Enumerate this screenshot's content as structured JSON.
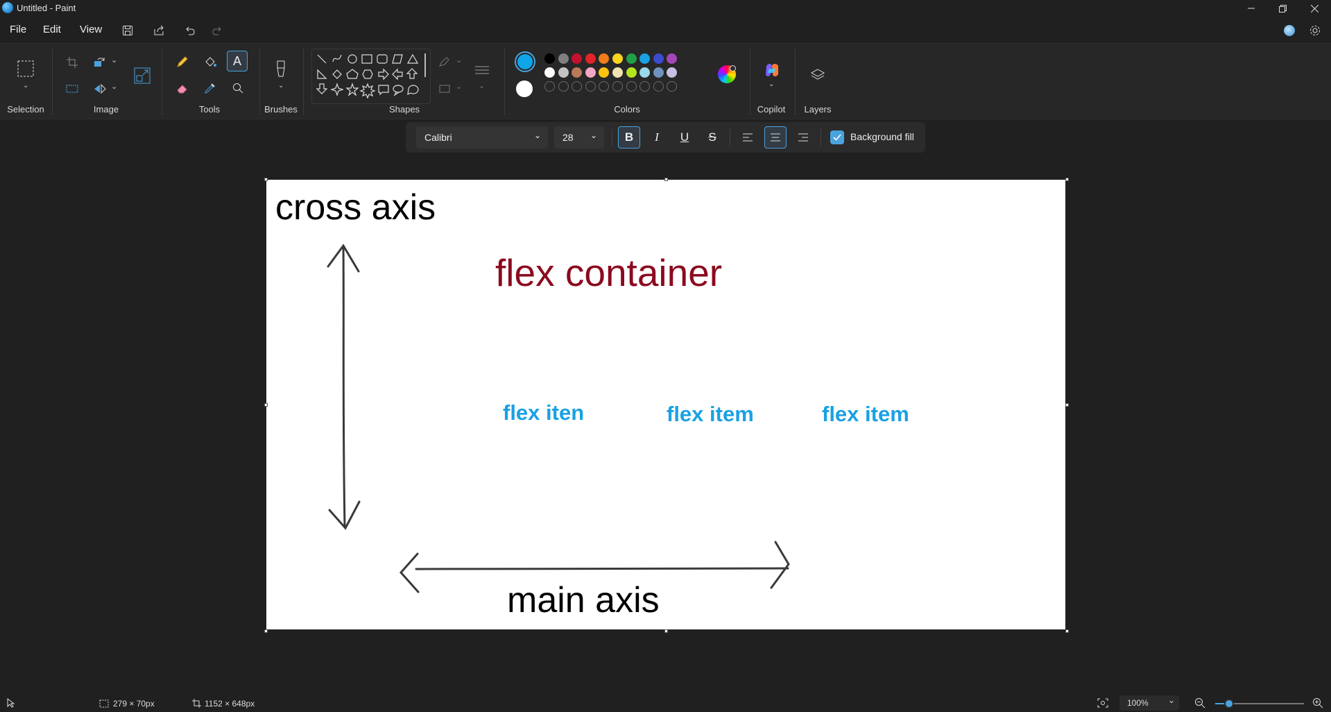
{
  "window": {
    "title": "Untitled - Paint"
  },
  "menu": {
    "file": "File",
    "edit": "Edit",
    "view": "View"
  },
  "ribbon": {
    "groups": {
      "selection": "Selection",
      "image": "Image",
      "tools": "Tools",
      "brushes": "Brushes",
      "shapes": "Shapes",
      "colors": "Colors",
      "copilot": "Copilot",
      "layers": "Layers"
    },
    "primary_color": "#0ea5e9",
    "secondary_color": "#ffffff",
    "palette_row1": [
      "#000000",
      "#7f7f7f",
      "#c2122f",
      "#e3222a",
      "#f07c1b",
      "#f9d51d",
      "#21a047",
      "#1aa1e3",
      "#3b4ccf",
      "#a246b8"
    ],
    "palette_row2": [
      "#ffffff",
      "#c3c3c3",
      "#b97a57",
      "#f4a6c4",
      "#ffc20e",
      "#efe4b0",
      "#b5e61d",
      "#99d9ea",
      "#7092be",
      "#c8bfe7"
    ]
  },
  "text_toolbar": {
    "font": "Calibri",
    "size": "28",
    "background_fill_label": "Background fill",
    "background_fill_checked": true
  },
  "canvas": {
    "title_cross": "cross axis",
    "title_container": "flex container",
    "item1": "flex iten",
    "item2": "flex item",
    "item3": "flex item",
    "main_axis": "main axis",
    "container_color": "#8b0a1f",
    "item_color": "#1aa1e3"
  },
  "status": {
    "selection_size": "279 × 70px",
    "canvas_size": "1152 × 648px",
    "zoom": "100%"
  }
}
